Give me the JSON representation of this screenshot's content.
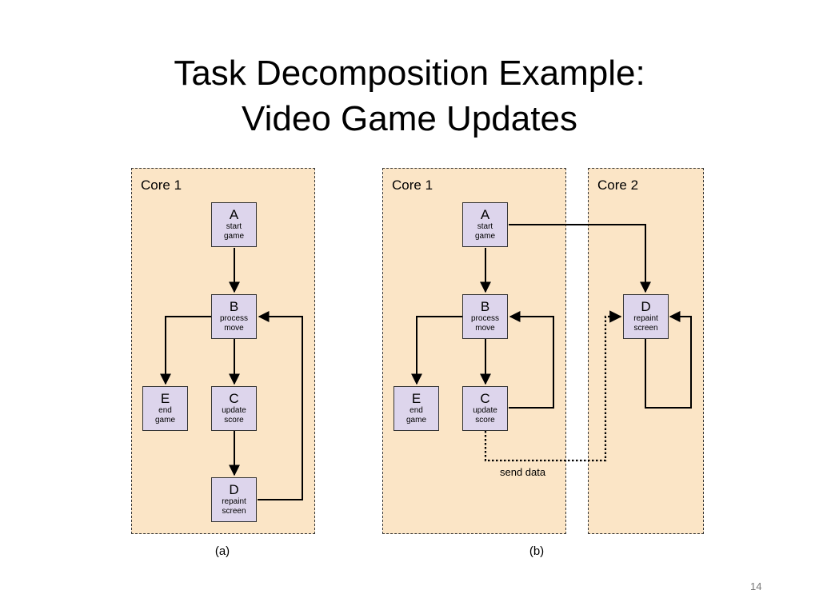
{
  "title": {
    "line1": "Task Decomposition Example:",
    "line2": "Video Game Updates"
  },
  "panel_a": {
    "core1_label": "Core 1",
    "caption": "(a)",
    "nodes": {
      "A": {
        "letter": "A",
        "line1": "start",
        "line2": "game"
      },
      "B": {
        "letter": "B",
        "line1": "process",
        "line2": "move"
      },
      "C": {
        "letter": "C",
        "line1": "update",
        "line2": "score"
      },
      "D": {
        "letter": "D",
        "line1": "repaint",
        "line2": "screen"
      },
      "E": {
        "letter": "E",
        "line1": "end",
        "line2": "game"
      }
    }
  },
  "panel_b": {
    "core1_label": "Core 1",
    "core2_label": "Core 2",
    "caption": "(b)",
    "send_label": "send data",
    "nodes": {
      "A": {
        "letter": "A",
        "line1": "start",
        "line2": "game"
      },
      "B": {
        "letter": "B",
        "line1": "process",
        "line2": "move"
      },
      "C": {
        "letter": "C",
        "line1": "update",
        "line2": "score"
      },
      "D": {
        "letter": "D",
        "line1": "repaint",
        "line2": "screen"
      },
      "E": {
        "letter": "E",
        "line1": "end",
        "line2": "game"
      }
    }
  },
  "page_number": "14",
  "colors": {
    "core_fill": "#fbe5c6",
    "node_fill": "#ddd5ec",
    "line": "#000000"
  }
}
